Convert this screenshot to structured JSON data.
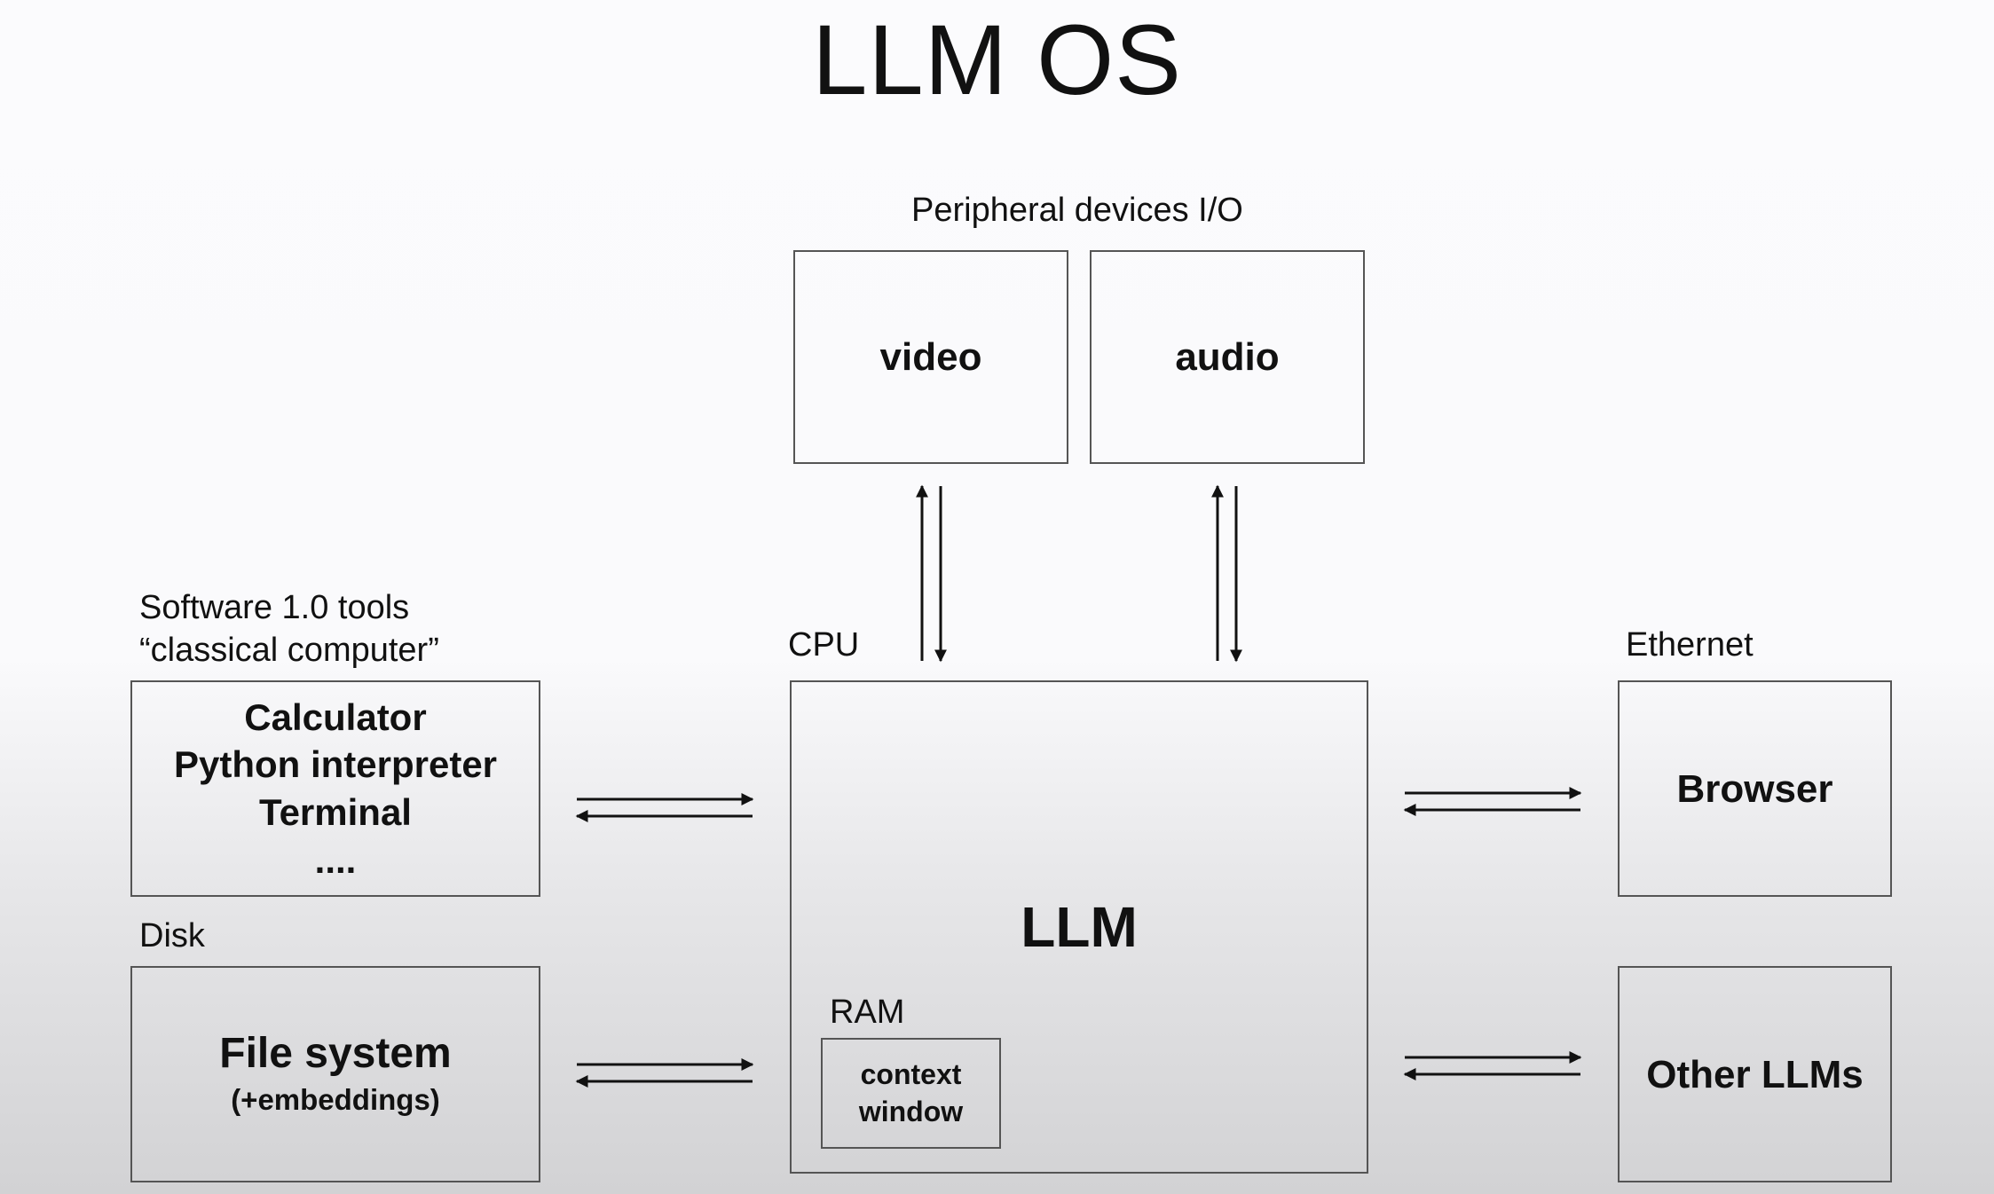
{
  "title": "LLM OS",
  "peripheral": {
    "label": "Peripheral devices I/O",
    "video": "video",
    "audio": "audio"
  },
  "software": {
    "label_line1": "Software 1.0 tools",
    "label_line2": "“classical computer”",
    "items": [
      "Calculator",
      "Python interpreter",
      "Terminal",
      "...."
    ]
  },
  "disk": {
    "label": "Disk",
    "title": "File system",
    "subtitle": "(+embeddings)"
  },
  "cpu": {
    "label": "CPU",
    "llm": "LLM",
    "ram_label": "RAM",
    "context_line1": "context",
    "context_line2": "window"
  },
  "ethernet": {
    "label": "Ethernet",
    "browser": "Browser",
    "other_llms": "Other LLMs"
  }
}
